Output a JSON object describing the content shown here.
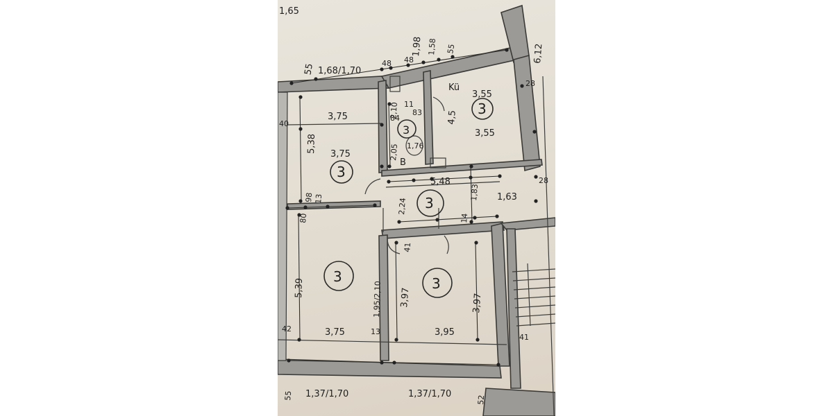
{
  "plan": {
    "room_number": "3",
    "labels": {
      "top_left": "1,65",
      "kitchen": "Kü",
      "bath": "B",
      "top_span": "1,68/1,70",
      "w55_top": "55",
      "w48a": "48",
      "w48b": "48",
      "w55_kitchen": "55",
      "door_198": "1,98",
      "door_158": "1,58",
      "side_612": "6,12",
      "r1_top": "3,75",
      "r1_mid": "3,75",
      "r1_height": "5,38",
      "bath_210": "2,10",
      "bath_84": "84",
      "bath_11": "11",
      "bath_83": "83",
      "bath_205": "2,05",
      "bath_176": "1,76",
      "k_355_top": "3,55",
      "k_355_mid": "3,55",
      "k_45": "4,5",
      "k_28": "28",
      "hall_548": "5,48",
      "hall_183": "1,83",
      "hall_163": "1,63",
      "hall_224": "2,24",
      "hall_28": "28",
      "hall_14": "14",
      "left_40": "40",
      "left_13": "13",
      "left_98": "98",
      "left_80": "80",
      "r2_height": "5,39",
      "r2_195": "1,95/2,10",
      "r2_width": "3,75",
      "r2_42": "42",
      "r2_13": "13",
      "r3_41": "41",
      "r3_397a": "3,97",
      "r3_397b": "3,97",
      "r3_width": "3,95",
      "right_41": "41",
      "bottom_55": "55",
      "bottom_span_a": "1,37/1,70",
      "bottom_span_b": "1,37/1,70",
      "bottom_52": "52"
    }
  }
}
